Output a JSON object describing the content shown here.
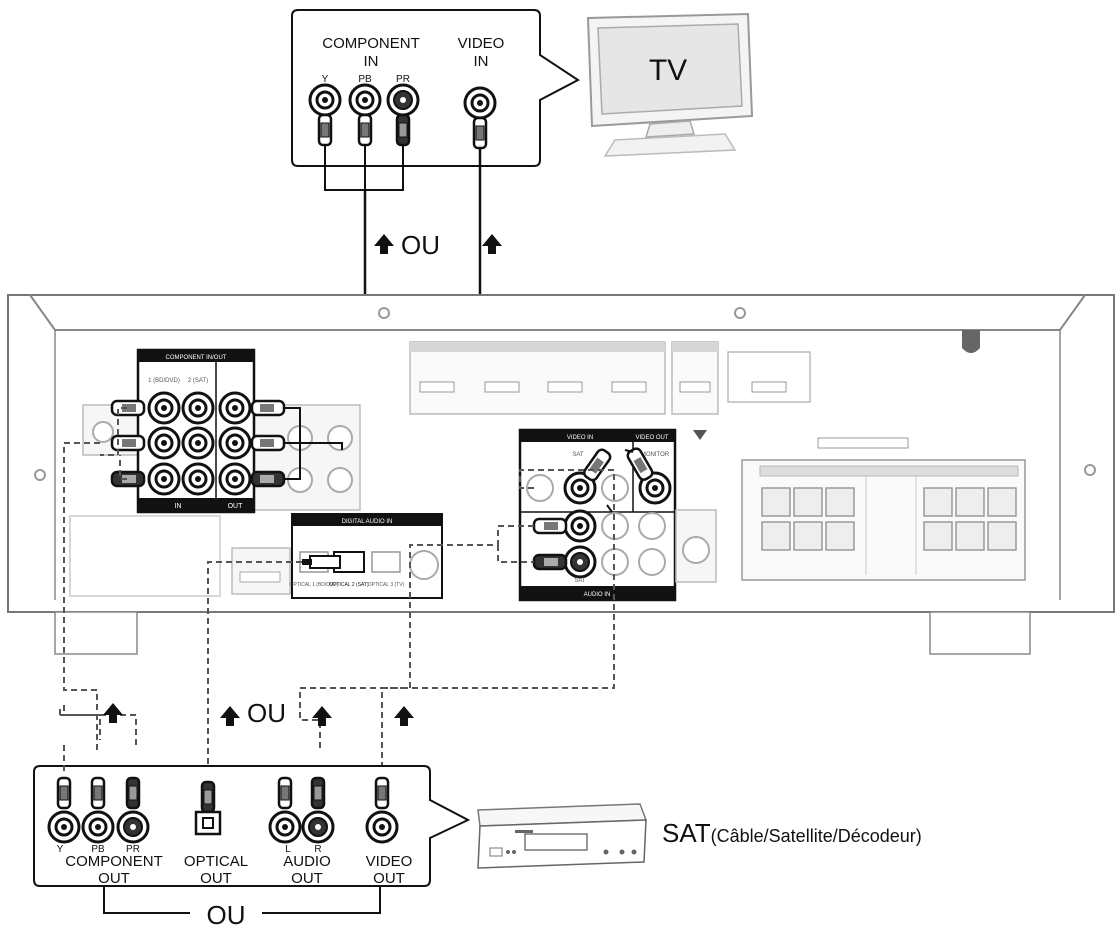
{
  "tv": {
    "label": "TV",
    "component_in": {
      "title_line1": "COMPONENT",
      "title_line2": "IN",
      "jacks": [
        "Y",
        "PB",
        "PR"
      ]
    },
    "video_in": {
      "title_line1": "VIDEO",
      "title_line2": "IN"
    }
  },
  "receiver": {
    "panel_labels": {
      "component": "COMPONENT IN/OUT",
      "comp_in": "IN",
      "comp_out": "OUT",
      "comp_col1": "1 (BD/DVD)",
      "comp_col2": "2 (SAT)",
      "digital_audio": "DIGITAL AUDIO IN",
      "optical1": "OPTICAL 1 (BD/DVD)",
      "optical2": "OPTICAL 2 (SAT)",
      "optical3": "OPTICAL 3 (TV)",
      "video_in": "VIDEO IN",
      "video_out": "VIDEO OUT",
      "video_sat": "SAT",
      "monitor": "MONITOR",
      "audio_in": "AUDIO IN",
      "audio_sat": "SAT"
    }
  },
  "arrows_top": {
    "or_label": "OU"
  },
  "arrows_bottom": {
    "or_label": "OU"
  },
  "source": {
    "component_out": {
      "jacks": [
        "Y",
        "PB",
        "PR"
      ],
      "line1": "COMPONENT",
      "line2": "OUT"
    },
    "optical_out": {
      "line1": "OPTICAL",
      "line2": "OUT"
    },
    "audio_out": {
      "jacks": [
        "L",
        "R"
      ],
      "line1": "AUDIO",
      "line2": "OUT"
    },
    "video_out": {
      "line1": "VIDEO",
      "line2": "OUT"
    },
    "bottom_or": "OU"
  },
  "device": {
    "name": "SAT",
    "desc": "(Câble/Satellite/Décodeur)"
  }
}
